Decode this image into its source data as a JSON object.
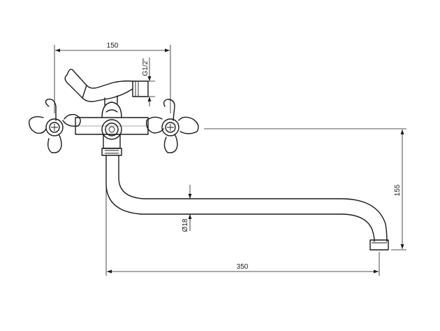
{
  "dimensions": {
    "top_width": "150",
    "thread": "G1/2\"",
    "height": "155",
    "pipe_diameter": "Ø18",
    "spout_length": "350"
  },
  "colors": {
    "line": "#1a1a1a",
    "background": "#ffffff"
  }
}
